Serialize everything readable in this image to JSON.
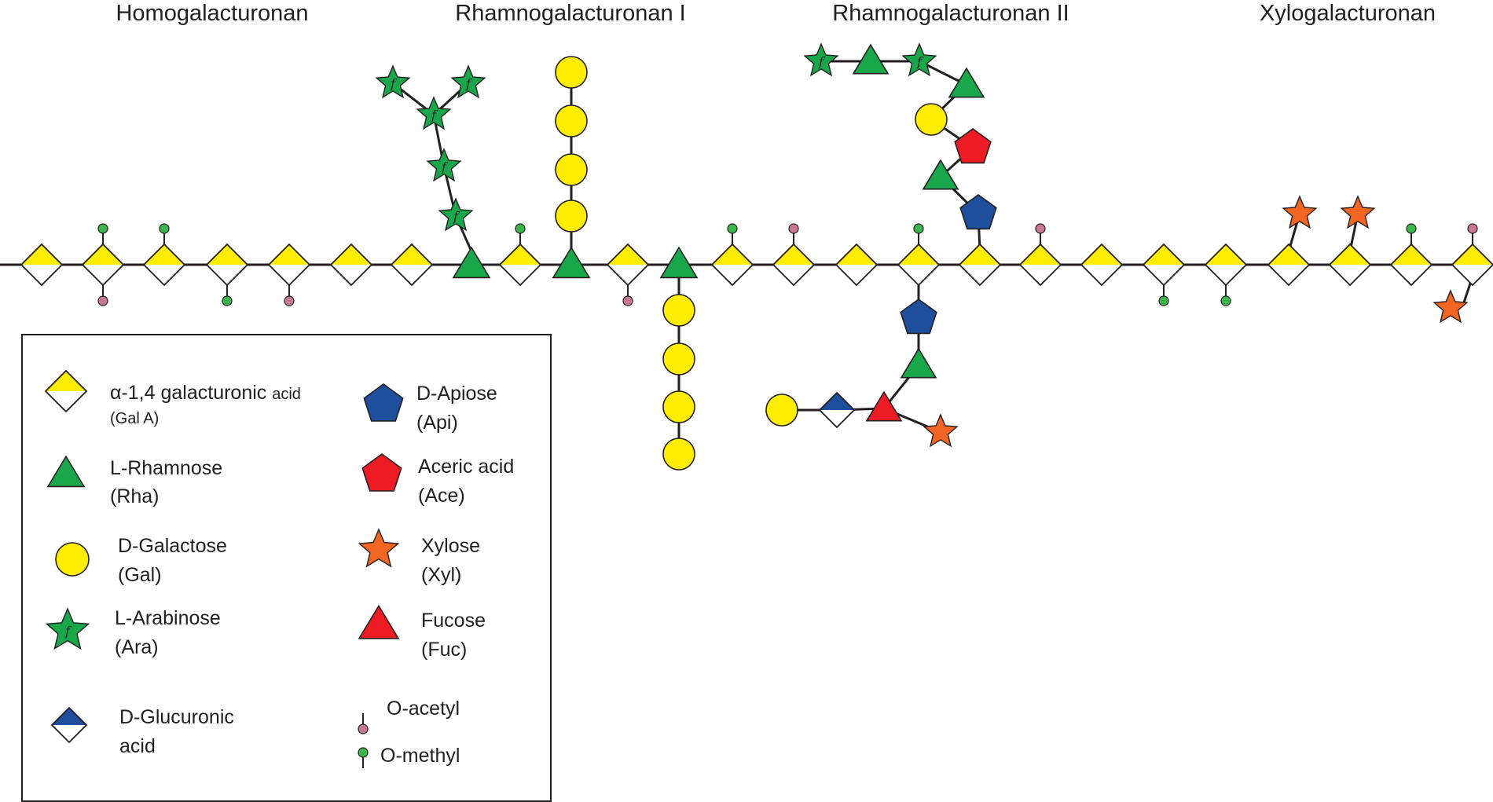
{
  "titles": {
    "homogalacturonan": "Homogalacturonan",
    "rg1": "Rhamnogalacturonan I",
    "rg2": "Rhamnogalacturonan II",
    "xylogalacturonan": "Xylogalacturonan"
  },
  "colors": {
    "yellow": "#ffed00",
    "green": "#1aa64b",
    "blue": "#1f4e9c",
    "red": "#ed1c24",
    "orange": "#f26522",
    "acetyl": "#c8798f",
    "methyl": "#3cb44b",
    "outline": "#231f20"
  },
  "legend": {
    "galA": {
      "name": "α-1,4 galacturonic",
      "suffix": "acid",
      "abbr": "(Gal A)",
      "icon": "diamond-half-yellow-icon"
    },
    "rha": {
      "name": "L-Rhamnose",
      "abbr": "(Rha)",
      "icon": "green-triangle-icon"
    },
    "gal": {
      "name": "D-Galactose",
      "abbr": "(Gal)",
      "icon": "yellow-circle-icon"
    },
    "ara": {
      "name": "L-Arabinose",
      "abbr": "(Ara)",
      "icon": "green-star-icon"
    },
    "glca": {
      "name": "D-Glucuronic",
      "abbr": "acid",
      "icon": "diamond-half-blue-icon"
    },
    "api": {
      "name": "D-Apiose",
      "abbr": "(Api)",
      "icon": "blue-pentagon-icon"
    },
    "ace": {
      "name": "Aceric acid",
      "abbr": "(Ace)",
      "icon": "red-pentagon-icon"
    },
    "xyl": {
      "name": "Xylose",
      "abbr": "(Xyl)",
      "icon": "orange-star-icon"
    },
    "fuc": {
      "name": "Fucose",
      "abbr": "(Fuc)",
      "icon": "red-triangle-icon"
    },
    "acetyl": {
      "name": "O-acetyl",
      "icon": "acetyl-pin-icon"
    },
    "methyl": {
      "name": "O-methyl",
      "icon": "methyl-pin-icon"
    }
  },
  "star_letter": "f"
}
